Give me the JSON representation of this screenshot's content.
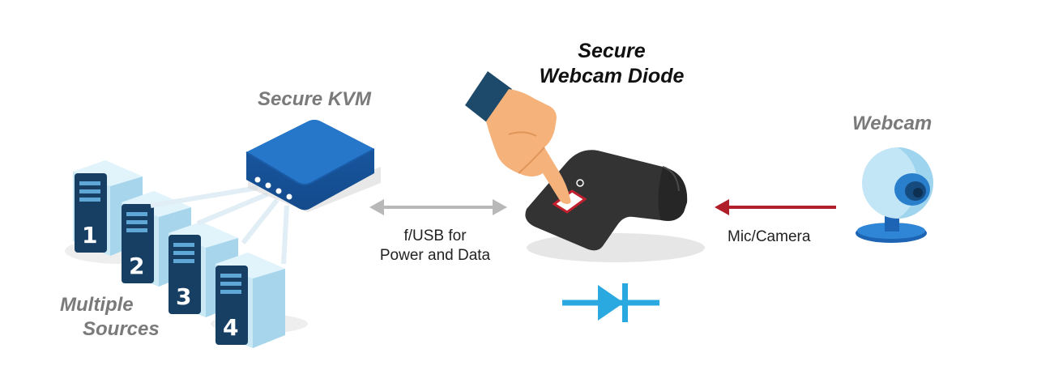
{
  "labels": {
    "kvm": "Secure KVM",
    "diode_line1": "Secure",
    "diode_line2": "Webcam Diode",
    "webcam": "Webcam",
    "sources_line1": "Multiple",
    "sources_line2": "Sources",
    "usb_line1": "f/USB for",
    "usb_line2": "Power and Data",
    "mic_camera": "Mic/Camera"
  },
  "servers": [
    {
      "number": "1"
    },
    {
      "number": "2"
    },
    {
      "number": "3"
    },
    {
      "number": "4"
    }
  ],
  "colors": {
    "kvm_blue": "#1e64b4",
    "kvm_top": "#2677c9",
    "server_light": "#bfe4f3",
    "server_dark": "#173e63",
    "diode_body": "#333333",
    "diode_symbol": "#29a9e0",
    "arrow_gray": "#b8b8b8",
    "arrow_red": "#b01e2a",
    "hand_skin": "#f5b27a",
    "sleeve": "#1d4a6b"
  },
  "icons": {
    "servers": "server-tower-icon",
    "kvm": "kvm-switch-icon",
    "diode": "webcam-diode-device-icon",
    "webcam": "webcam-icon",
    "hand": "pointing-hand-icon",
    "diode_symbol": "diode-symbol-icon"
  }
}
